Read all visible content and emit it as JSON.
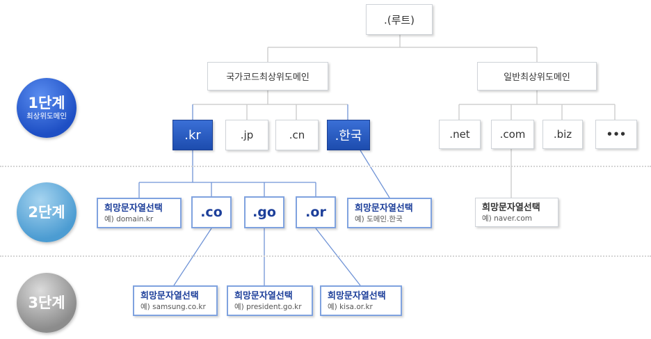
{
  "levels": {
    "level1": {
      "label": "1단계",
      "sub": "최상위도메인"
    },
    "level2": {
      "label": "2단계"
    },
    "level3": {
      "label": "3단계"
    }
  },
  "nodes": {
    "root": ".(루트)",
    "country_code_tld": "국가코드최상위도메인",
    "generic_tld": "일반최상위도메인",
    "kr": ".kr",
    "jp": ".jp",
    "cn": ".cn",
    "hanguk": ".한국",
    "net": ".net",
    "com": ".com",
    "biz": ".biz",
    "more": "•••",
    "co": ".co",
    "go": ".go",
    "or": ".or"
  },
  "labels": {
    "kr_domain": {
      "title": "희망문자열선택",
      "example": "예) domain.kr"
    },
    "hanguk_domain": {
      "title": "희망문자열선택",
      "example": "예) 도메인.한국"
    },
    "com_domain": {
      "title": "희망문자열선택",
      "example": "예) naver.com"
    },
    "co_domain": {
      "title": "희망문자열선택",
      "example": "예) samsung.co.kr"
    },
    "go_domain": {
      "title": "희망문자열선택",
      "example": "예) president.go.kr"
    },
    "or_domain": {
      "title": "희망문자열선택",
      "example": "예) kisa.or.kr"
    }
  },
  "colors": {
    "accent_blue": "#1d4cae",
    "label_border": "#7fa2df",
    "line": "#c8c8c8",
    "blue_line": "#6f93d6"
  }
}
